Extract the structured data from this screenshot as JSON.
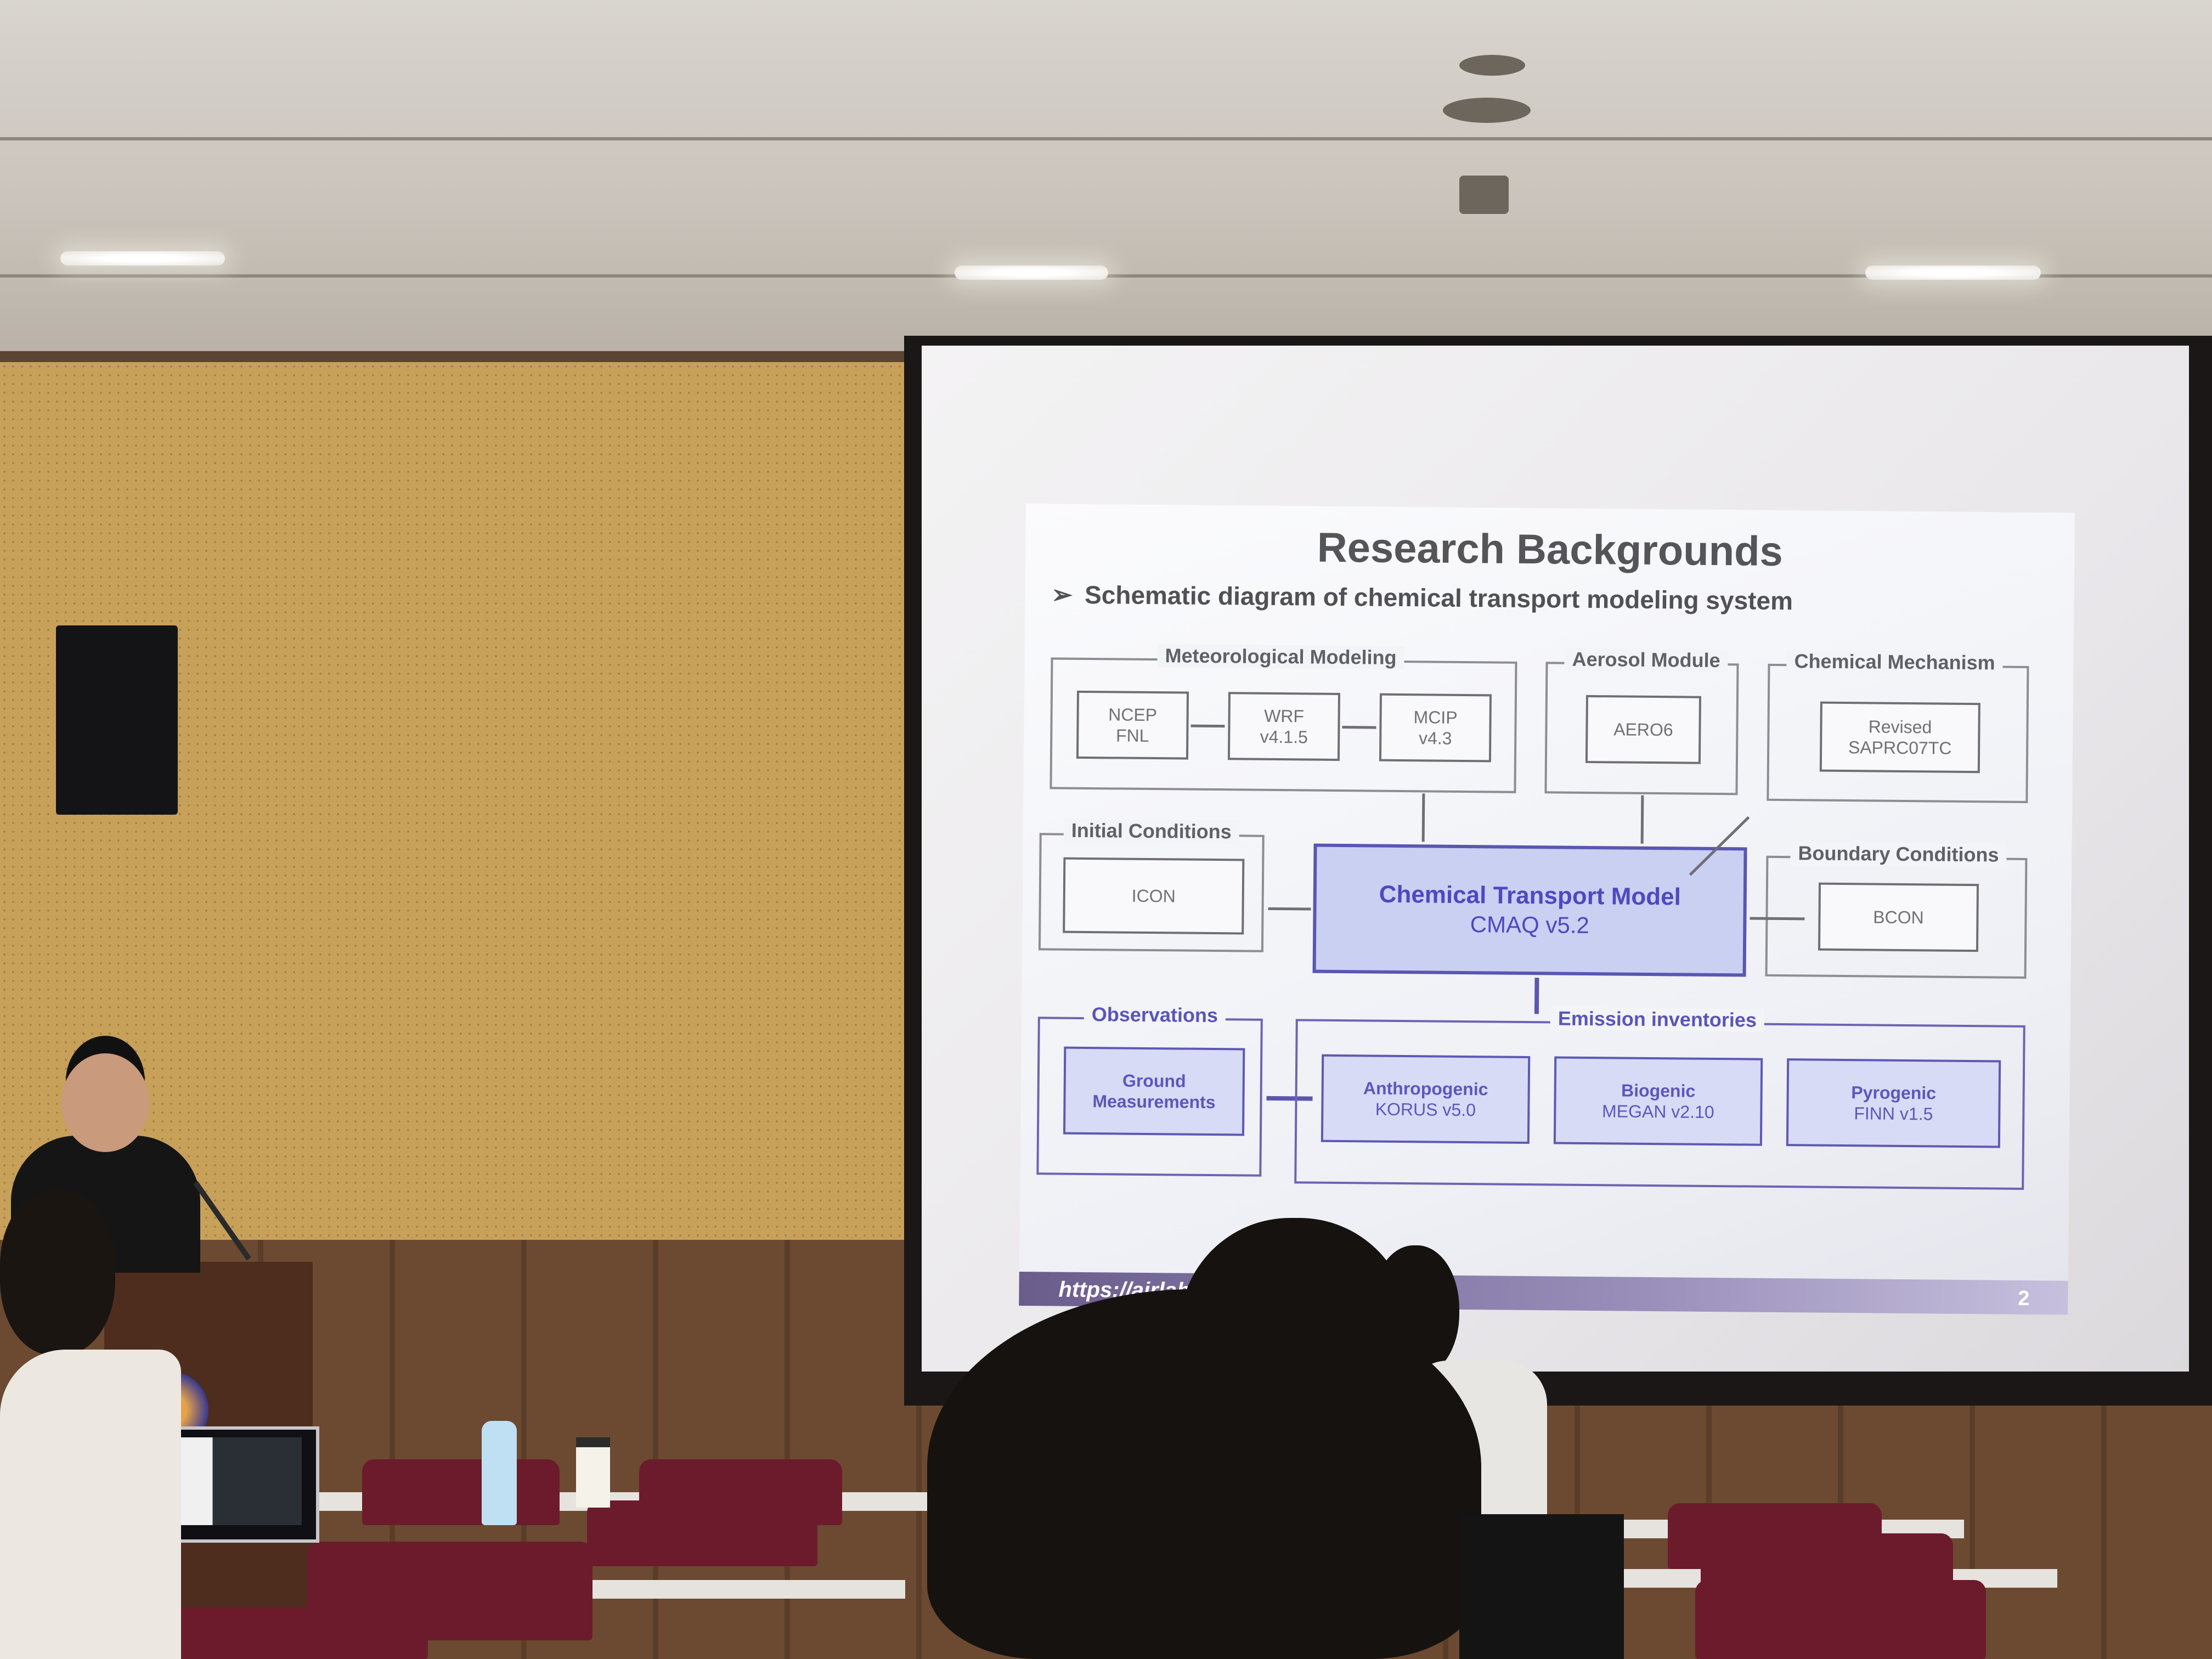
{
  "slide": {
    "title": "Research Backgrounds",
    "subtitle": "Schematic diagram of chemical transport modeling system",
    "footer_url": "https://airlab",
    "page_number": "2",
    "groups": {
      "meteorological": "Meteorological Modeling",
      "aerosol": "Aerosol Module",
      "chemical": "Chemical Mechanism",
      "initial": "Initial Conditions",
      "boundary": "Boundary Conditions",
      "observations": "Observations",
      "emissions": "Emission inventories"
    },
    "boxes": {
      "ncep_1": "NCEP",
      "ncep_2": "FNL",
      "wrf_1": "WRF",
      "wrf_2": "v4.1.5",
      "mcip_1": "MCIP",
      "mcip_2": "v4.3",
      "aero": "AERO6",
      "saprc_1": "Revised",
      "saprc_2": "SAPRC07TC",
      "icon": "ICON",
      "bcon": "BCON",
      "ground_1": "Ground",
      "ground_2": "Measurements",
      "anthro_1": "Anthropogenic",
      "anthro_2": "KORUS v5.0",
      "bio_1": "Biogenic",
      "bio_2": "MEGAN v2.10",
      "pyro_1": "Pyrogenic",
      "pyro_2": "FINN v1.5"
    },
    "ctm_title": "Chemical Transport Model",
    "ctm_subtitle": "CMAQ v5.2"
  }
}
